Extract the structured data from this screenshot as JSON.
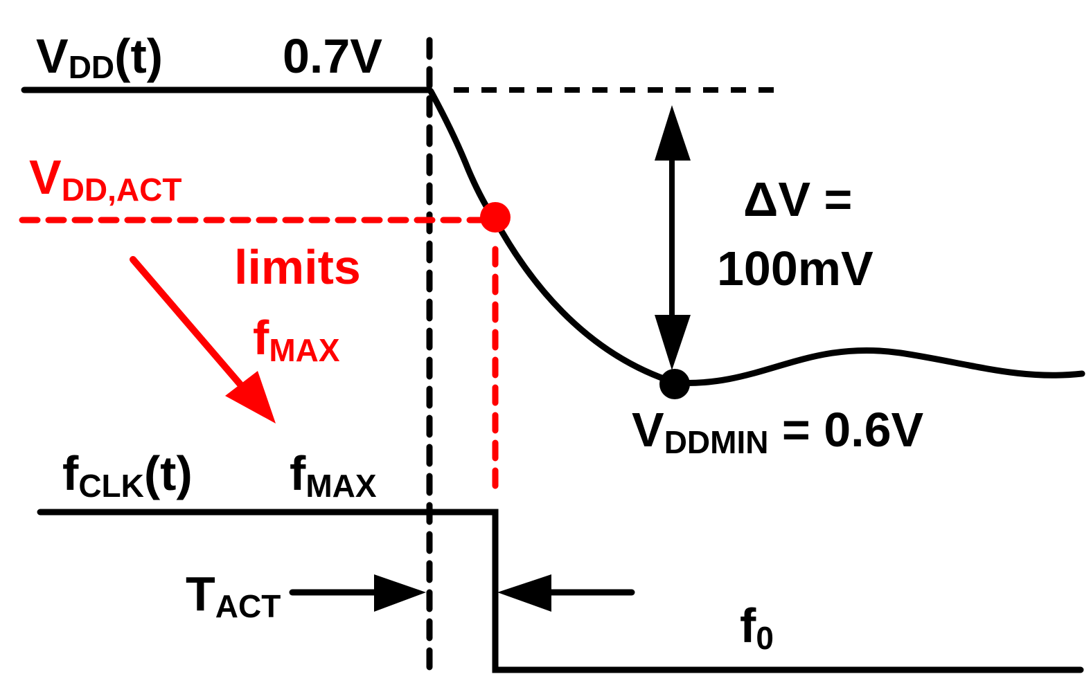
{
  "colors": {
    "black": "#000000",
    "red": "#ff0000",
    "background": "#ffffff"
  },
  "vdd_label": {
    "main": "V",
    "sub": "DD",
    "suffix": "(t)"
  },
  "vdd_value": "0.7V",
  "vdd_act_label": {
    "main": "V",
    "sub": "DD,ACT"
  },
  "limits_text": "limits",
  "fmax_red": {
    "main": "f",
    "sub": "MAX"
  },
  "delta_v": {
    "line1": "ΔV =",
    "line2": "100mV"
  },
  "vddmin_label": {
    "main": "V",
    "sub": "DDMIN",
    "suffix": " = 0.6V"
  },
  "fclk_label": {
    "main": "f",
    "sub": "CLK",
    "suffix": "(t)"
  },
  "fmax_black": {
    "main": "f",
    "sub": "MAX"
  },
  "tact_label": {
    "main": "T",
    "sub": "ACT"
  },
  "f0_label": {
    "main": "f",
    "sub": "0"
  }
}
